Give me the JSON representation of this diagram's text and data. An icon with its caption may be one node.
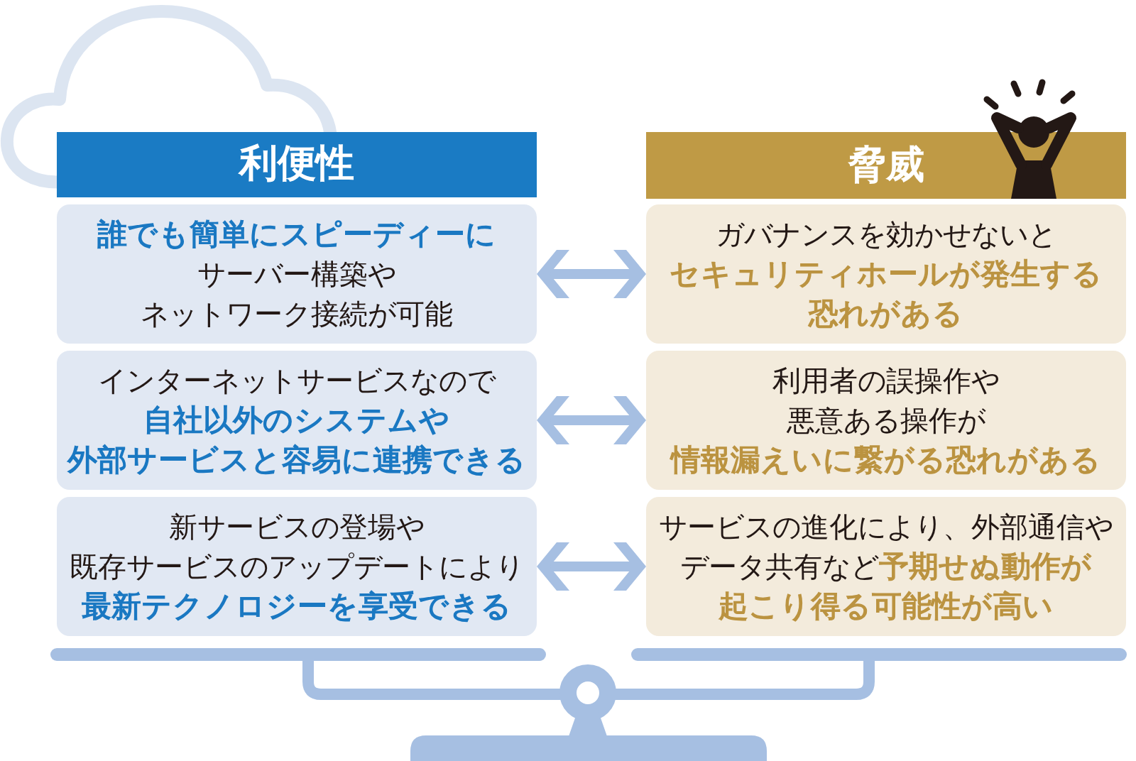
{
  "diagram": {
    "nodes": [
      {
        "text": [
          "利便性"
        ]
      },
      {
        "text": [
          "脅威"
        ]
      },
      {
        "text": [
          "**誰でも簡単にスピーディーに**サーバー構築やネットワーク接続が可能"
        ]
      },
      {
        "text": [
          "ガバナンスを効かせないと**セキュリティホールが発生する恐れがある**"
        ]
      },
      {
        "text": [
          "インターネットサービスなので**自社以外のシステムや外部サービスと容易に連携できる**"
        ]
      },
      {
        "text": [
          "利用者の誤操作や悪意ある操作が**情報漏えいに繋がる恐れがある**"
        ]
      },
      {
        "text": [
          "新サービスの登場や既存サービスのアップデートにより**最新テクノロジーを享受できる**"
        ]
      },
      {
        "text": [
          "サービスの進化により、外部通信やデータ共有など**予期せぬ動作が起こり得る可能性が高い**"
        ]
      }
    ],
    "edges": [
      {
        "from": 2,
        "to": 3,
        "arrow": "both"
      },
      {
        "from": 4,
        "to": 5,
        "arrow": "both"
      },
      {
        "from": 6,
        "to": 7,
        "arrow": "both"
      }
    ]
  }
}
